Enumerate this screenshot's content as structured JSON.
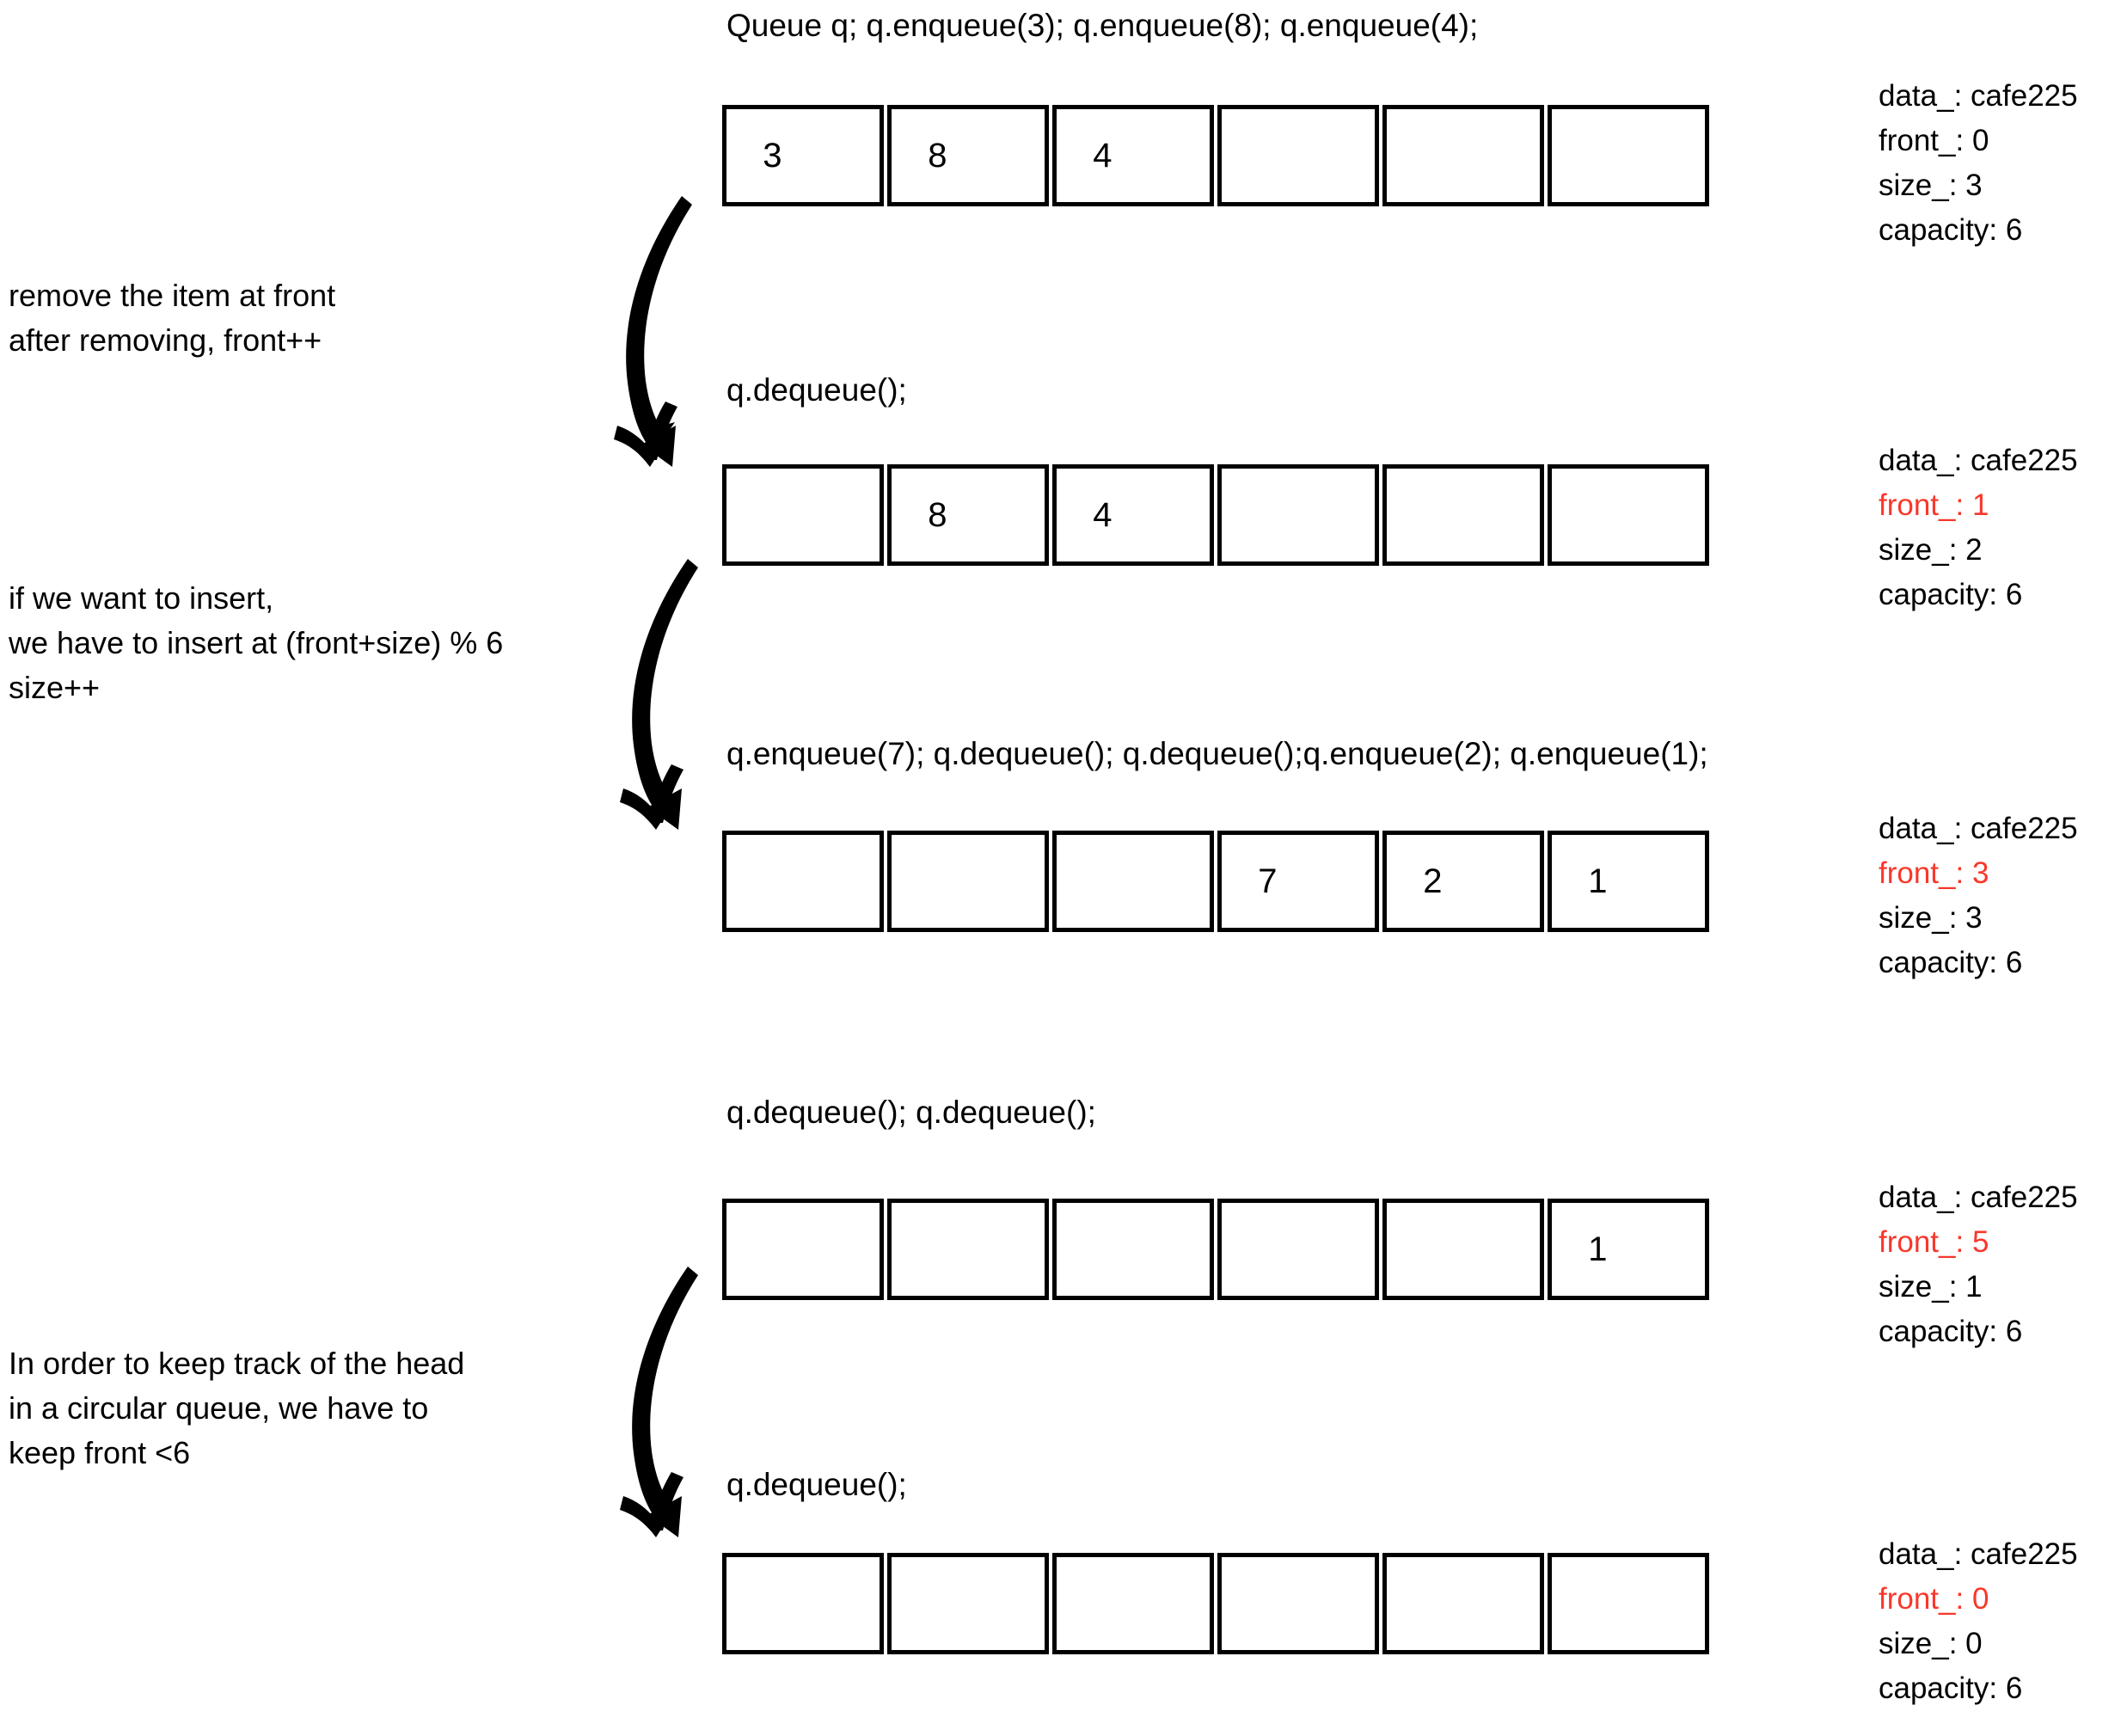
{
  "rows": [
    {
      "op_label": "Queue q; q.enqueue(3); q.enqueue(8); q.enqueue(4);",
      "cells": [
        "3",
        "8",
        "4",
        "",
        "",
        ""
      ],
      "state": {
        "data": "data_:  cafe225",
        "front": "front_: 0",
        "front_highlight": false,
        "size": "size_:  3",
        "capacity": "capacity: 6"
      }
    },
    {
      "op_label": "q.dequeue();",
      "cells": [
        "",
        "8",
        "4",
        "",
        "",
        ""
      ],
      "state": {
        "data": "data_:  cafe225",
        "front": "front_: 1",
        "front_highlight": true,
        "size": "size_:  2",
        "capacity": "capacity: 6"
      }
    },
    {
      "op_label": "q.enqueue(7); q.dequeue(); q.dequeue();q.enqueue(2); q.enqueue(1);",
      "cells": [
        "",
        "",
        "",
        "7",
        "2",
        "1"
      ],
      "state": {
        "data": "data_:  cafe225",
        "front": "front_: 3",
        "front_highlight": true,
        "size": "size_:  3",
        "capacity": "capacity: 6"
      }
    },
    {
      "op_label": "q.dequeue(); q.dequeue();",
      "cells": [
        "",
        "",
        "",
        "",
        "",
        "1"
      ],
      "state": {
        "data": "data_:  cafe225",
        "front": "front_: 5",
        "front_highlight": true,
        "size": "size_:  1",
        "capacity": "capacity: 6"
      }
    },
    {
      "op_label": "q.dequeue();",
      "cells": [
        "",
        "",
        "",
        "",
        "",
        ""
      ],
      "state": {
        "data": "data_:  cafe225",
        "front": "front_: 0",
        "front_highlight": true,
        "size": "size_:  0",
        "capacity": "capacity: 6"
      }
    }
  ],
  "annotations": [
    {
      "lines": [
        "remove the item at front",
        "after removing, front++"
      ]
    },
    {
      "lines": [
        "if we want to insert,",
        "we have to insert at (front+size) % 6",
        "size++"
      ]
    },
    {
      "lines": [
        "In order to keep track of the head",
        "in a circular queue, we have to",
        "keep front <6"
      ]
    }
  ],
  "colors": {
    "highlight": "#f8372b",
    "ink": "#000000",
    "page": "#ffffff"
  },
  "icons": {
    "arrow": "curved-down-arrow-icon"
  }
}
